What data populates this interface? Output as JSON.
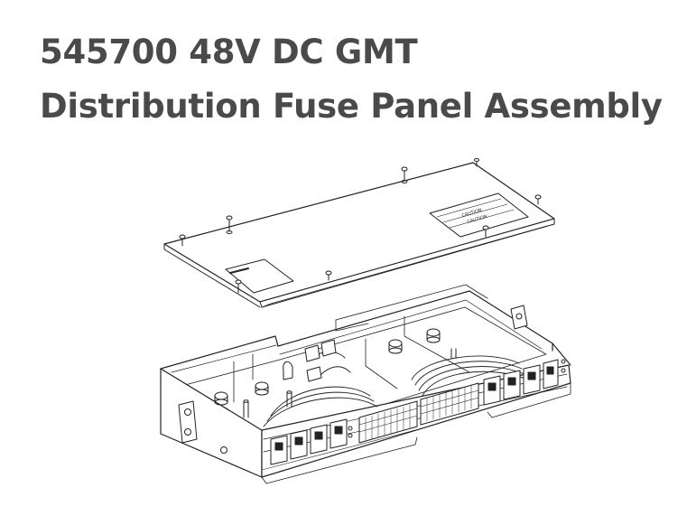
{
  "title": {
    "line1": "545700 48V DC GMT",
    "line2": "Distribution Fuse Panel Assembly"
  },
  "diagram": {
    "label_cover_right_1": "CAUTION",
    "label_cover_right_2": "CAUTION",
    "colors": {
      "title": "#4a4a4a",
      "line": "#222222",
      "background": "#ffffff"
    }
  }
}
